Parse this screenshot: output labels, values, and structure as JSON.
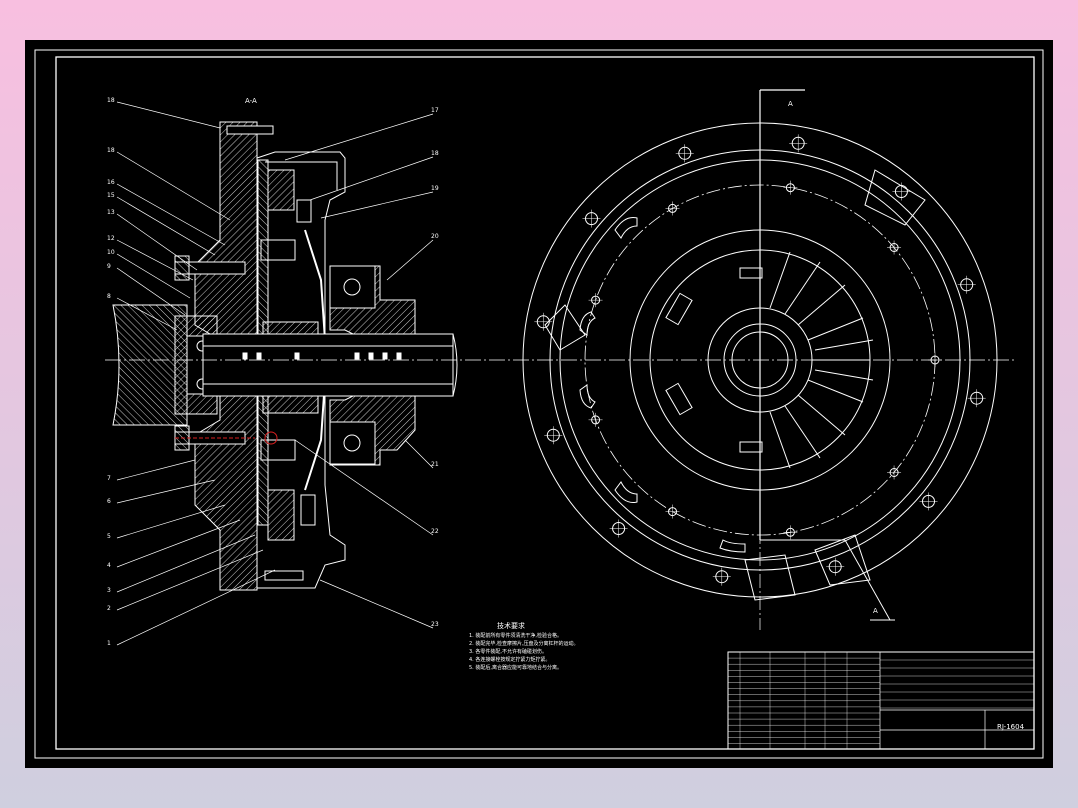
{
  "drawing": {
    "section_label": "A-A",
    "view_label_top": "A",
    "view_label_bottom": "A",
    "drawing_number": "RJ-1604"
  },
  "balloons": {
    "left": [
      "18",
      "18",
      "16",
      "15",
      "13",
      "12",
      "10",
      "9",
      "8",
      "7",
      "6",
      "5",
      "4",
      "3",
      "2",
      "1"
    ],
    "right": [
      "17",
      "18",
      "19",
      "20",
      "21",
      "22",
      "23"
    ]
  },
  "notes": {
    "title": "技术要求",
    "lines": [
      "1. 装配前所有零件须清洗干净,检验合格。",
      "2. 装配完毕,检查摩擦片,压盘及分离杠杆的运动。",
      "3. 各零件装配,不允许有磕碰划伤。",
      "4. 各连接螺栓按规定拧紧力矩拧紧。",
      "5. 装配后,离合器应能可靠地结合与分离。"
    ]
  },
  "colors": {
    "line": "#ffffff",
    "frame_background": "#000000",
    "accent_red": "#d82020"
  }
}
